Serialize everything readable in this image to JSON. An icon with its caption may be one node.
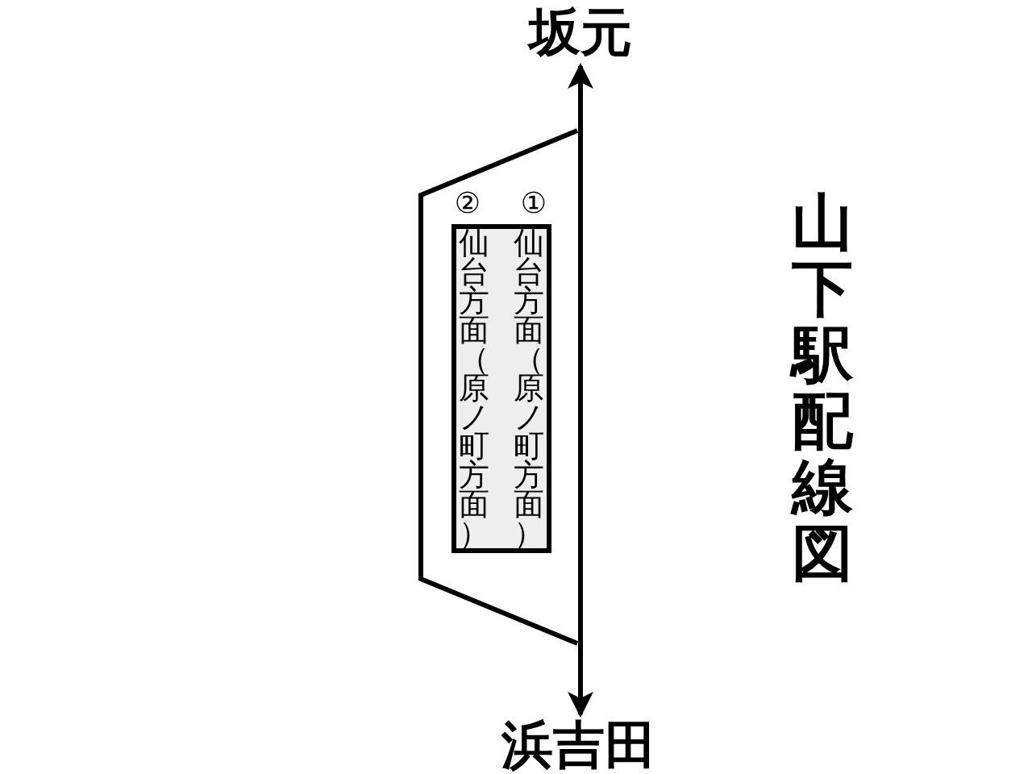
{
  "diagram": {
    "title": "山下駅配線図",
    "nodes": [
      {
        "text": [
          "坂元"
        ]
      },
      {
        "text": [
          "浜吉田"
        ]
      },
      {
        "text": [
          "仙台方面（原ノ町方面）",
          "仙台方面（原ノ町方面）"
        ]
      }
    ],
    "edges": [
      {
        "from": 0,
        "to": 1,
        "arrow": "both"
      }
    ],
    "labels": [
      "②",
      "①"
    ]
  }
}
